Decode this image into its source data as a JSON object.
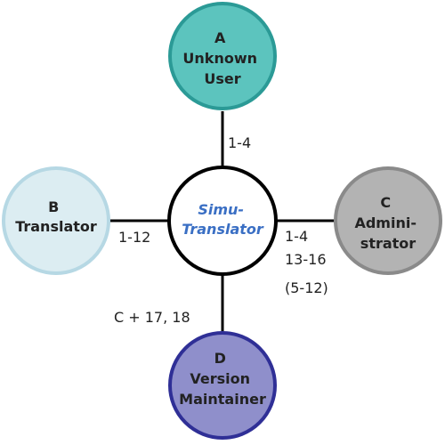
{
  "nodes": {
    "a": {
      "lines": [
        "A",
        "Unknown",
        "User"
      ],
      "fill": "#5cc4be",
      "stroke": "#2b9a96"
    },
    "b": {
      "lines": [
        "B",
        "Translator"
      ],
      "fill": "#dcedf2",
      "stroke": "#b6d8e4"
    },
    "c": {
      "lines": [
        "C",
        "Admini-",
        "strator"
      ],
      "fill": "#b3b3b3",
      "stroke": "#8a8a8a"
    },
    "d": {
      "lines": [
        "D",
        "Version",
        "Maintainer"
      ],
      "fill": "#8f8fcb",
      "stroke": "#2f2f96"
    },
    "center": {
      "lines": [
        "Simu-",
        "Translator"
      ],
      "fill": "#ffffff",
      "stroke": "#000000",
      "text_color": "#3a6fc4"
    }
  },
  "edges": {
    "top": [
      "1-4"
    ],
    "left": [
      "1-12"
    ],
    "right": [
      "1-4",
      "13-16",
      "(5-12)"
    ],
    "bottom": [
      "C + 17, 18"
    ]
  }
}
